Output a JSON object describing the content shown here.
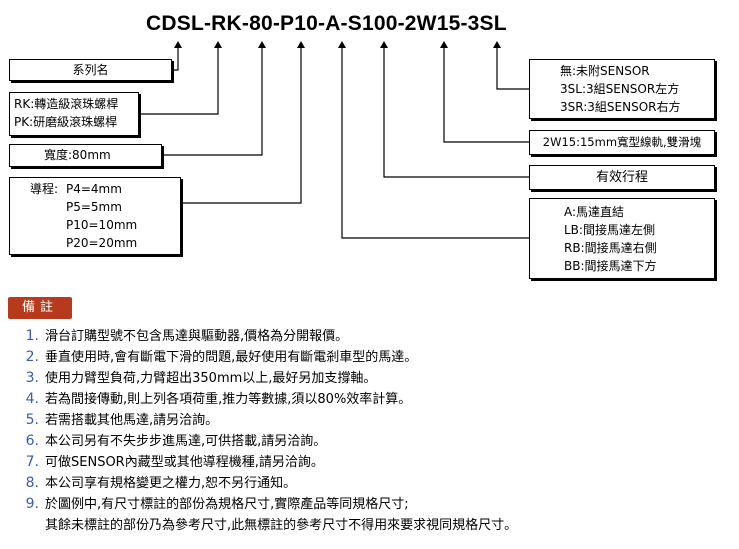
{
  "model_code": "CDSL-RK-80-P10-A-S100-2W15-3SL",
  "series": {
    "label": "系列名"
  },
  "grade": {
    "rk": "RK:轉造級滾珠螺桿",
    "pk": "PK:研磨級滾珠螺桿"
  },
  "width": {
    "label": "寬度:80mm"
  },
  "lead": {
    "label": "導程:",
    "items": [
      "P4=4mm",
      "P5=5mm",
      "P10=10mm",
      "P20=20mm"
    ]
  },
  "sensor": {
    "items": [
      "無:未附SENSOR",
      "3SL:3組SENSOR左方",
      "3SR:3組SENSOR右方"
    ]
  },
  "rail": {
    "label": "2W15:15mm寬型線軌,雙滑塊"
  },
  "stroke": {
    "label": "有效行程"
  },
  "motor": {
    "items": [
      "A:馬達直結",
      "LB:間接馬達左側",
      "RB:間接馬達右側",
      "BB:間接馬達下方"
    ]
  },
  "notes_title": "備註",
  "notes": [
    {
      "num": "1.",
      "text": "滑台訂購型號不包含馬達與驅動器,價格為分開報價。"
    },
    {
      "num": "2.",
      "text": "垂直使用時,會有斷電下滑的問題,最好使用有斷電剎車型的馬達。"
    },
    {
      "num": "3.",
      "text": "使用力臂型負荷,力臂超出350mm以上,最好另加支撐軸。"
    },
    {
      "num": "4.",
      "text": "若為間接傳動,則上列各項荷重,推力等數據,須以80%效率計算。"
    },
    {
      "num": "5.",
      "text": "若需搭載其他馬達,請另洽詢。"
    },
    {
      "num": "6.",
      "text": "本公司另有不失步步進馬達,可供搭載,請另洽詢。"
    },
    {
      "num": "7.",
      "text": "可做SENSOR內藏型或其他導程機種,請另洽詢。"
    },
    {
      "num": "8.",
      "text": "本公司享有規格變更之權力,恕不另行通知。"
    },
    {
      "num": "9.",
      "text": "於圖例中,有尺寸標註的部份為規格尺寸,實際產品等同規格尺寸;",
      "text2": "其餘未標註的部份乃為參考尺寸,此無標註的參考尺寸不得用來要求視同規格尺寸。"
    }
  ],
  "colors": {
    "badge": "#b83a1c",
    "note_number": "#3a5ab8"
  }
}
